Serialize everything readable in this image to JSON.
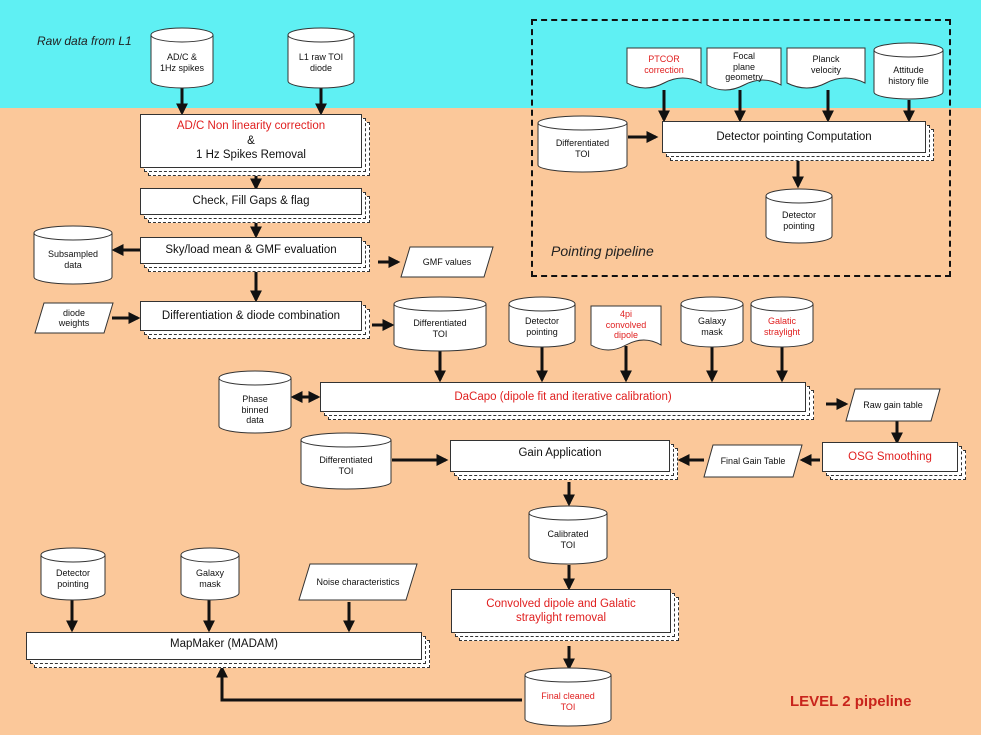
{
  "titles": {
    "raw_data": "Raw data from L1",
    "pointing_pipeline": "Pointing pipeline",
    "level2_pipeline": "LEVEL 2 pipeline"
  },
  "colors": {
    "top_band": "#5ff0f3",
    "main_background": "#fbc89a",
    "highlight_text": "#e02020",
    "level2_title": "#c8241c"
  },
  "inputs_l1": {
    "adc_spikes": [
      "AD/C &",
      "1Hz spikes"
    ],
    "l1_raw_toi": [
      "L1 raw TOI",
      "diode"
    ]
  },
  "processes": {
    "adc_correction": {
      "line1": "AD/C Non linearity correction",
      "line2": "&",
      "line3": "1 Hz Spikes Removal"
    },
    "check_fill": "Check, Fill Gaps & flag",
    "skyload": "Sky/load mean  & GMF evaluation",
    "differentiation": "Differentiation & diode combination",
    "dacapo": "DaCapo (dipole fit and iterative calibration)",
    "gain_application": "Gain Application",
    "osg_smoothing": "OSG Smoothing",
    "convolved_removal": [
      "Convolved dipole and Galatic",
      "straylight removal"
    ],
    "mapmaker": "MapMaker (MADAM)",
    "pointing_computation": "Detector  pointing Computation"
  },
  "data_stores": {
    "subsampled": [
      "Subsampled",
      "data"
    ],
    "differentiated_toi": [
      "Differentiated",
      "TOI"
    ],
    "detector_pointing": [
      "Detector",
      "pointing"
    ],
    "galaxy_mask": [
      "Galaxy",
      "mask"
    ],
    "galactic_straylight": [
      "Galatic",
      "straylight"
    ],
    "phase_binned": [
      "Phase",
      "binned",
      "data"
    ],
    "calibrated_toi": [
      "Calibrated",
      "TOI"
    ],
    "final_cleaned_toi": [
      "Final cleaned",
      "TOI"
    ],
    "attitude_history": [
      "Attitude",
      "history file"
    ]
  },
  "parallelograms": {
    "gmf_values": "GMF values",
    "diode_weights": "diode weights",
    "raw_gain_table": "Raw gain table",
    "final_gain_table": "Final Gain Table",
    "noise_characteristics": "Noise characteristics"
  },
  "documents": {
    "ptcor": [
      "PTCOR",
      "correction"
    ],
    "focal_plane": [
      "Focal",
      "plane",
      "geometry"
    ],
    "planck_velocity": [
      "Planck",
      "velocity"
    ],
    "convolved_dipole": [
      "4pi",
      "convolved",
      "dipole"
    ]
  }
}
